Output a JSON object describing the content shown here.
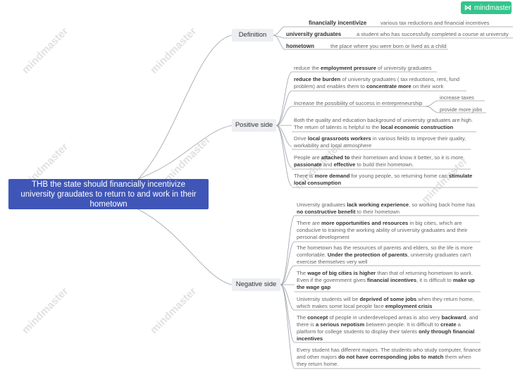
{
  "brand": {
    "name": "mindmaster",
    "color": "#35c48d"
  },
  "root": {
    "text": "THB the state should financially incentivize university graudates to return to and work in their hometown"
  },
  "branches": {
    "definition": "Definition",
    "positive": "Positive side",
    "negative": "Negative side"
  },
  "definitions": [
    {
      "term": "financially incentivize",
      "def": "various tax reductions and financial incentives"
    },
    {
      "term": "university graduates",
      "def": "a student who has successfully completed a course at university"
    },
    {
      "term": "hometown",
      "def": "the place where you were born or lived as a child"
    }
  ],
  "positive": [
    {
      "html": "reduce the <b>employment pressure</b> of university graduates"
    },
    {
      "html": "<b>reduce the burden</b> of university graduates ( tax reductions, rent, fund problem) and enables them to <b>concentrate more</b> on their work"
    },
    {
      "html": "Increase the possibility of success in entrepreneurship"
    },
    {
      "html": "Both the quality and education background of university graduates are high. The return of talents is helpful to the <b>local economic construction</b>"
    },
    {
      "html": "Drive <b>local grassroots workers</b> in various fields to improve their quality, workability and local atmosphere"
    },
    {
      "html": "People are <b>attached to</b> their hometown and know it better, so it is more <b>passionate</b> and <b>effective</b> to build their hometown."
    },
    {
      "html": "There is <b>more demand</b> for young people, so returning home can <b>stimulate local consumption</b>"
    }
  ],
  "entrepreneurship_sub": [
    "increase taxes",
    "provide more jobs"
  ],
  "negative": [
    {
      "html": "University graduates <b>lack working experience</b>, so working back home has <b>no constructive benefit</b> to their hometown"
    },
    {
      "html": "There are <b>more opportunities and resources</b> in big cities, which are conducive to training the working ability of university graduates and their personal development"
    },
    {
      "html": "The hometown has the resources of parents and elders, so the life is more comfortable. <b>Under the protection of parents</b>, university graduates can't exercise themselves very well"
    },
    {
      "html": "The <b>wage of big cities is higher</b> than that of returning hometown to work. Even if the government gives <b>financial incentives</b>, it is difficult to <b>make up the wage gap</b>"
    },
    {
      "html": "University students will be <b>deprived of some jobs</b> when they return home, which makes some local people face <b>employment crisis</b>"
    },
    {
      "html": "The <b>concept</b> of people in underdeveloped areas is also very <b>backward</b>, and there is <b>a serious nepotism</b> between people. It is difficult to <b>create</b> a platform for college students to display their talents <b>only through financial incentives</b>"
    },
    {
      "html": "Every student has different majors. The students who study computer, finance and other majors <b>do not have corresponding jobs to match</b> them when they return home."
    }
  ]
}
